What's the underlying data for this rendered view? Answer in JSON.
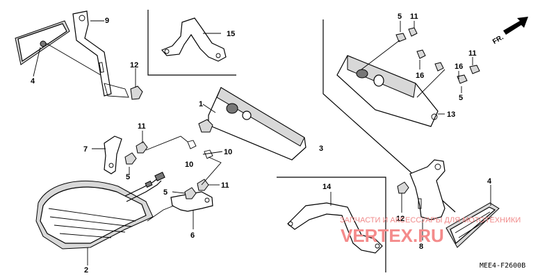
{
  "labels": {
    "p1": "1",
    "p2": "2",
    "p3": "3",
    "p4a": "4",
    "p4b": "4",
    "p5a": "5",
    "p5b": "5",
    "p5c": "5",
    "p5d": "5",
    "p6": "6",
    "p7": "7",
    "p8": "8",
    "p9": "9",
    "p10a": "10",
    "p10b": "10",
    "p11a": "11",
    "p11b": "11",
    "p11c": "11",
    "p11d": "11",
    "p12a": "12",
    "p12b": "12",
    "p13": "13",
    "p14": "14",
    "p15": "15",
    "p16a": "16",
    "p16b": "16"
  },
  "direction_marker": "FR.",
  "diagram_code": "MEE4-F2600B",
  "watermark": {
    "line1": "ЗАПЧАСТИ И АКСЕССУАРЫ ДЛЯ МОТОТЕХНИКИ",
    "line2": "VERTEX.RU"
  },
  "colors": {
    "watermark_text": "#f08a8a",
    "watermark_logo": "#f48b8b"
  }
}
